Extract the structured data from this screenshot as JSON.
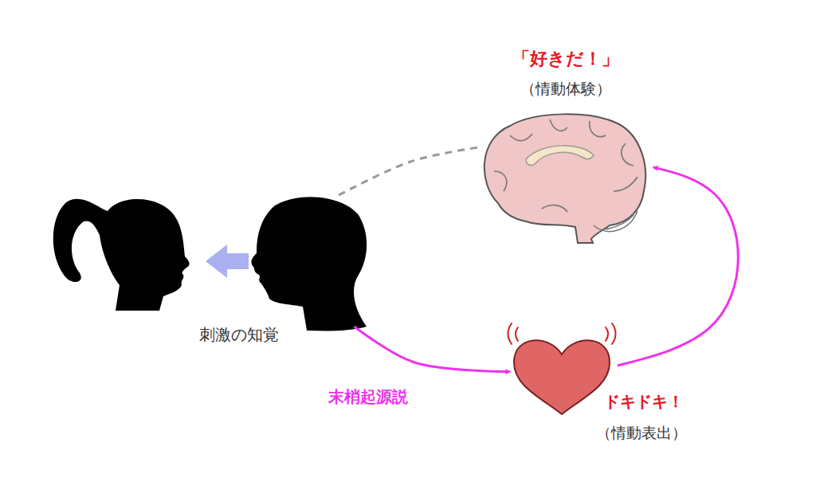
{
  "diagram": {
    "nodes": [
      {
        "text": [
          "「好きだ！」",
          "（情動体験）"
        ]
      },
      {
        "text": [
          "刺激の知覚"
        ]
      },
      {
        "text": [
          "ドキドキ！",
          "（情動表出）"
        ]
      }
    ],
    "edges": [
      {
        "from": 1,
        "to": 2,
        "arrow": "to",
        "label": "末梢起源説"
      },
      {
        "from": 2,
        "to": 0,
        "arrow": "to"
      },
      {
        "from": 1,
        "to": 0,
        "arrow": "none"
      }
    ]
  }
}
